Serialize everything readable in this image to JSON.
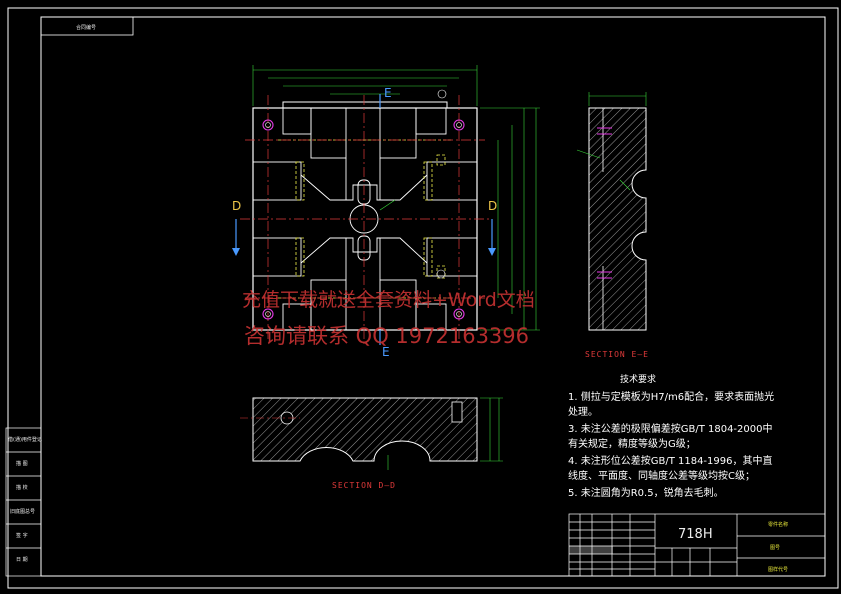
{
  "title_block": {
    "material": "718H",
    "top_left_tag": "合同编号",
    "part_name_label": "零件名称",
    "drawing_label": "图号",
    "company_label": "图样代号"
  },
  "left_stamps": [
    "借(通)用件登记",
    "描 图",
    "描 校",
    "旧底图总号",
    "签 字",
    "日 期"
  ],
  "sections": {
    "ee": "SECTION E—E",
    "dd": "SECTION D—D"
  },
  "cut_labels": {
    "e_top": "E",
    "e_bottom": "E",
    "d_left": "D",
    "d_right": "D"
  },
  "tech_req": {
    "title": "技术要求",
    "lines": [
      "1. 侧拉与定模板为H7/m6配合，要求表面抛光",
      "   处理。",
      "3. 未注公差的极限偏差按GB/T 1804-2000中",
      "   有关规定，精度等级为G级；",
      "4. 未注形位公差按GB/T 1184-1996，其中直",
      "   线度、平面度、同轴度公差等级均按C级；",
      "5. 未注圆角为R0.5，锐角去毛刺。"
    ]
  },
  "watermark": {
    "line1": "充值下载就送全套资料+Word文档",
    "line2": "咨询请联系 QQ 1972163396"
  },
  "colors": {
    "line": "#ffffff",
    "dim": "#3ad83a",
    "center": "#e03a3a",
    "hole": "#e63ae6",
    "hidden": "#f0f04a",
    "cut": "#4a9aff"
  }
}
